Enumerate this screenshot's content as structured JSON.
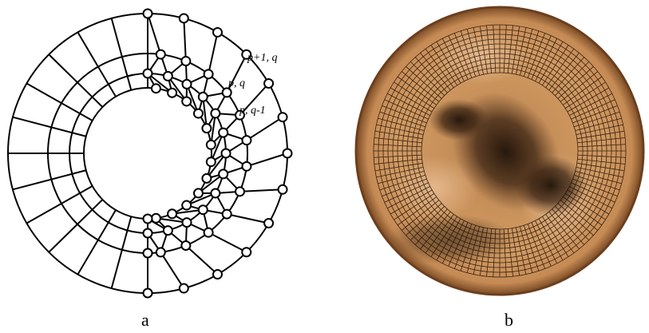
{
  "figure": {
    "panel_a": {
      "caption": "a",
      "labels": {
        "top": "p+1, q",
        "mid": "p, q",
        "low": "p, q-1"
      }
    },
    "panel_b": {
      "caption": "b"
    }
  },
  "colors": {
    "line": "#000000",
    "node_fill": "#ffffff",
    "disc_light": "#d39b63",
    "disc_dark": "#2a170d",
    "disc_edge": "#7a4a24"
  }
}
